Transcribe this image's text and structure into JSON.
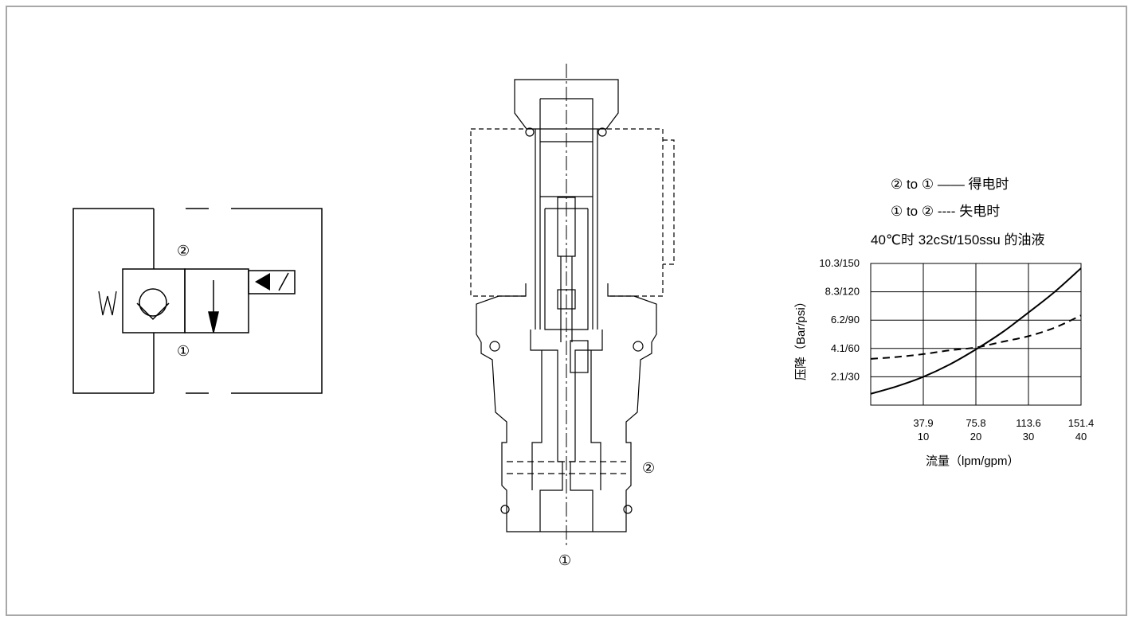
{
  "symbol": {
    "port_top": "②",
    "port_bottom": "①",
    "spring_mark": "W"
  },
  "section": {
    "port_side": "②",
    "port_bottom": "①"
  },
  "legend": {
    "energized": "② to ① —— 得电时",
    "deenergized": "① to ② ---- 失电时"
  },
  "chart_data": {
    "type": "line",
    "title": "40℃时 32cSt/150ssu 的油液",
    "xlabel": "流量（lpm/gpm）",
    "ylabel": "压降（Bar/psi）",
    "x_ticks": [
      {
        "lpm": "37.9",
        "gpm": "10"
      },
      {
        "lpm": "75.8",
        "gpm": "20"
      },
      {
        "lpm": "113.6",
        "gpm": "30"
      },
      {
        "lpm": "151.4",
        "gpm": "40"
      }
    ],
    "y_ticks": [
      "2.1/30",
      "4.1/60",
      "6.2/90",
      "8.3/120",
      "10.3/150"
    ],
    "xlim": [
      0,
      40
    ],
    "ylim": [
      0,
      150
    ],
    "grid": true,
    "series": [
      {
        "style": "solid",
        "x": [
          0,
          5,
          10,
          15,
          20,
          25,
          30,
          35,
          40
        ],
        "y": [
          12,
          20,
          30,
          43,
          59,
          77,
          98,
          120,
          145
        ]
      },
      {
        "style": "dashed",
        "x": [
          0,
          5,
          10,
          15,
          20,
          25,
          30,
          35,
          40
        ],
        "y": [
          49,
          51,
          54,
          58,
          61,
          67,
          73,
          82,
          95
        ]
      }
    ]
  }
}
